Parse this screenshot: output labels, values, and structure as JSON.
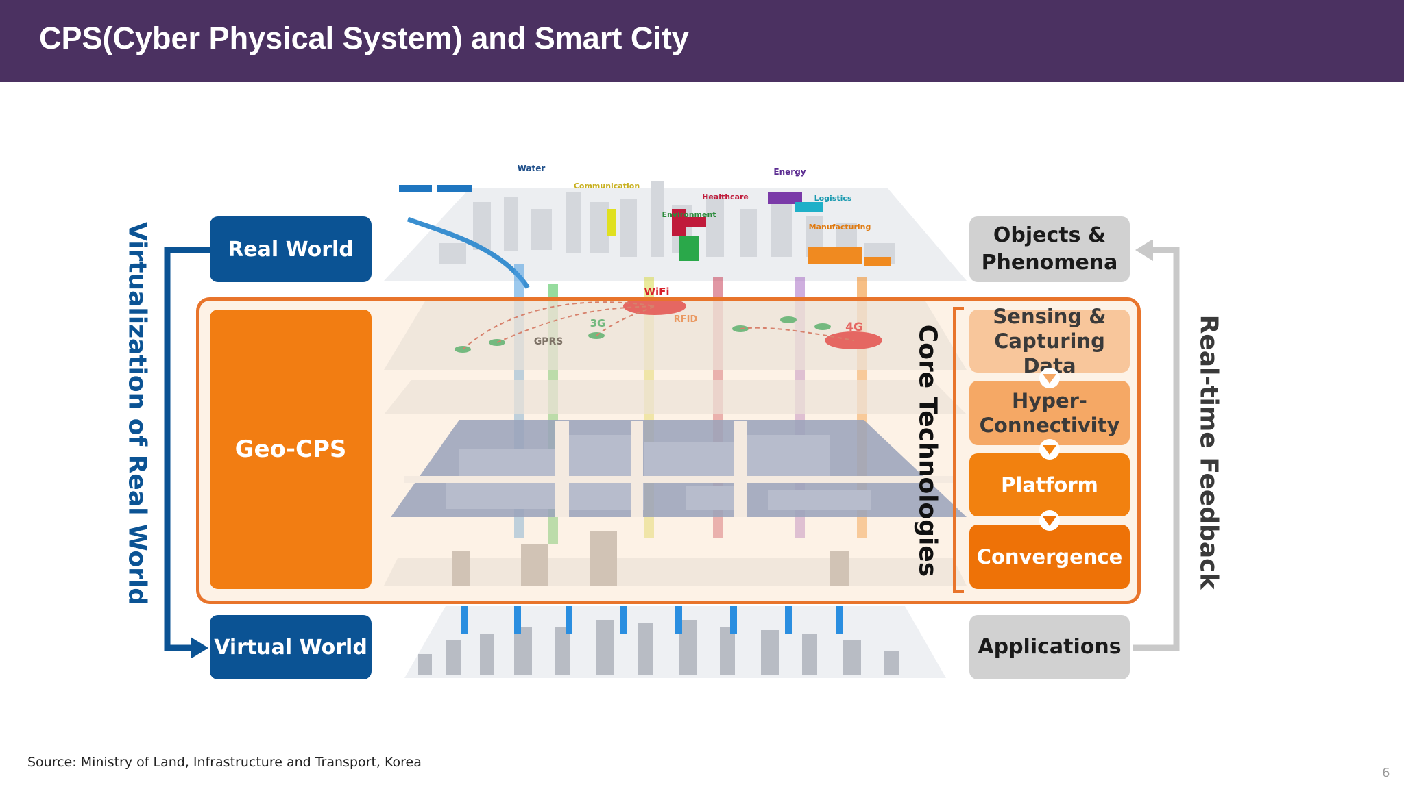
{
  "slide": {
    "title": "CPS(Cyber Physical System) and Smart City",
    "source": "Source: Ministry of Land, Infrastructure and Transport, Korea",
    "page_number": "6"
  },
  "left": {
    "real_world": "Real World",
    "geo_cps": "Geo-CPS",
    "virtual_world": "Virtual World",
    "vertical_label": "Virtualization of Real World"
  },
  "core": {
    "label": "Core Technologies",
    "steps": [
      "Sensing &",
      "Capturing Data",
      "Hyper-",
      "Connectivity",
      "Platform",
      "Convergence"
    ]
  },
  "right": {
    "objects_line1": "Objects &",
    "objects_line2": "Phenomena",
    "applications": "Applications",
    "vertical_label": "Real-time Feedback"
  },
  "illustration": {
    "top_labels": [
      "Water",
      "Communication",
      "Healthcare",
      "Environment",
      "Energy",
      "Logistics",
      "Manufacturing"
    ],
    "network_labels": [
      "WiFi",
      "RFID",
      "3G",
      "GPRS",
      "4G"
    ]
  },
  "colors": {
    "header": "#4b3161",
    "blue": "#0b5394",
    "orange": "#f27d12",
    "gray": "#d1d1d1"
  }
}
